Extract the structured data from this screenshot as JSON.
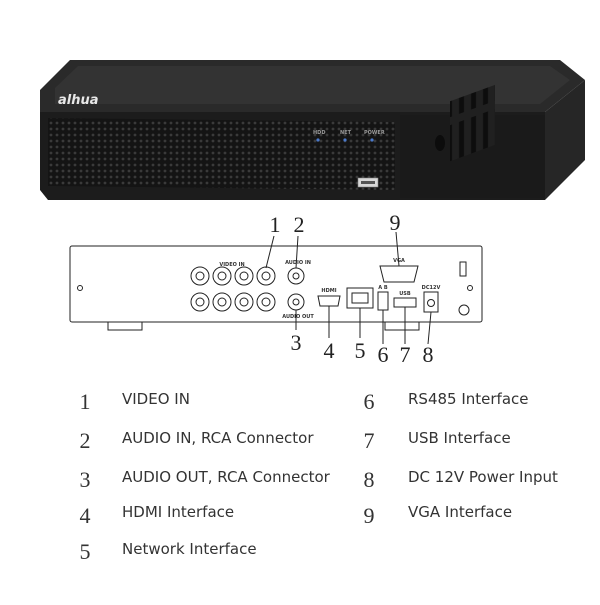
{
  "device": {
    "brand": "alhua",
    "front_indicators": [
      "HDD",
      "NET",
      "POWER"
    ]
  },
  "rear_panel": {
    "video_in_label": "VIDEO IN",
    "audio_in_label": "AUDIO IN",
    "audio_out_label": "AUDIO OUT",
    "hdmi_label": "HDMI",
    "vga_label": "VGA",
    "rs485_label": "A B",
    "usb_label": "USB",
    "power_label": "DC12V"
  },
  "callouts": [
    "1",
    "2",
    "3",
    "4",
    "5",
    "6",
    "7",
    "8",
    "9"
  ],
  "legend": [
    {
      "num": "1",
      "text": "VIDEO IN"
    },
    {
      "num": "2",
      "text": "AUDIO IN, RCA Connector"
    },
    {
      "num": "3",
      "text": "AUDIO OUT, RCA Connector"
    },
    {
      "num": "4",
      "text": "HDMI Interface"
    },
    {
      "num": "5",
      "text": "Network Interface"
    },
    {
      "num": "6",
      "text": "RS485 Interface"
    },
    {
      "num": "7",
      "text": "USB Interface"
    },
    {
      "num": "8",
      "text": "DC 12V Power Input"
    },
    {
      "num": "9",
      "text": "VGA Interface"
    }
  ]
}
